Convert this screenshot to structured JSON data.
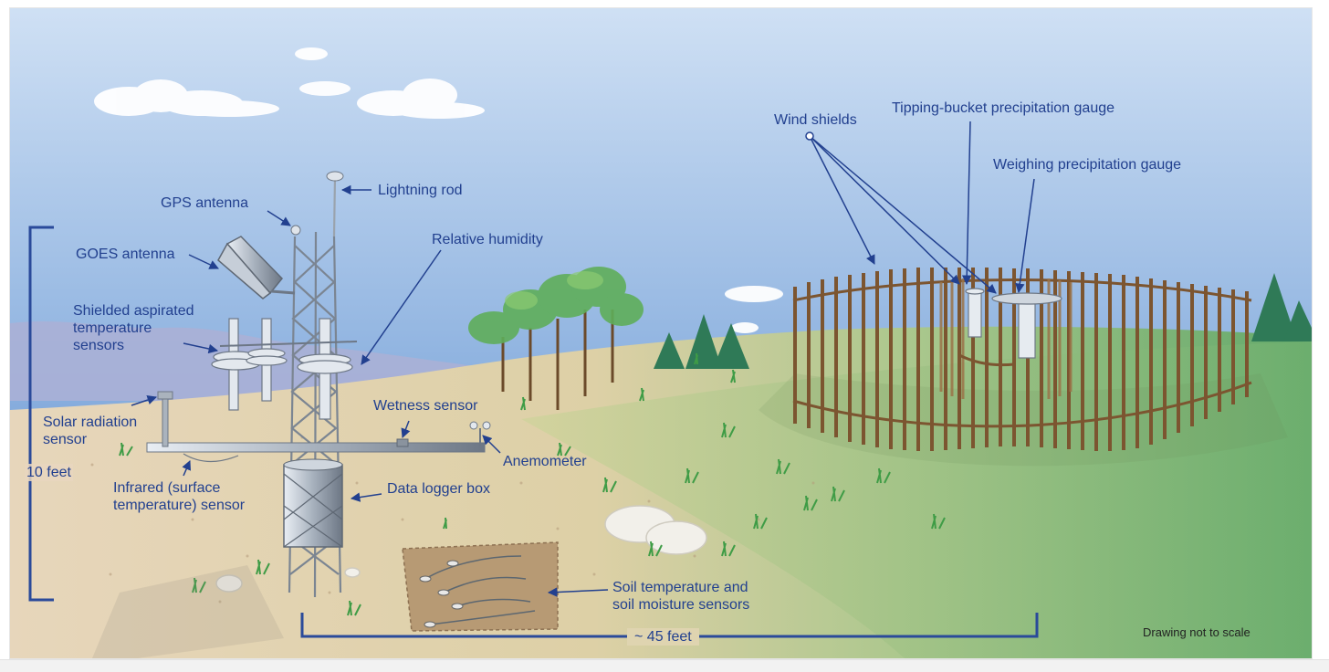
{
  "diagram": {
    "labels": {
      "gps_antenna": "GPS antenna",
      "lightning_rod": "Lightning rod",
      "goes_antenna": "GOES antenna",
      "relative_humidity": "Relative humidity",
      "shielded_temp": "Shielded aspirated\ntemperature\nsensors",
      "solar_radiation": "Solar radiation\nsensor",
      "wetness_sensor": "Wetness sensor",
      "anemometer": "Anemometer",
      "height": "10 feet",
      "infrared": "Infrared (surface\ntemperature) sensor",
      "data_logger": "Data logger box",
      "soil_sensors": "Soil temperature and\nsoil moisture sensors",
      "distance": "~ 45 feet",
      "wind_shields": "Wind shields",
      "tipping_bucket": "Tipping-bucket precipitation gauge",
      "weighing_gauge": "Weighing precipitation gauge"
    },
    "note": "Drawing not to scale",
    "colors": {
      "label_blue": "#22408f",
      "sky_top": "#bcd3ef",
      "sky_bottom": "#4f82c8",
      "ground_sand": "#e2d3b4",
      "ground_green": "#7fb57b",
      "fence_wood": "#8a5f36"
    }
  }
}
